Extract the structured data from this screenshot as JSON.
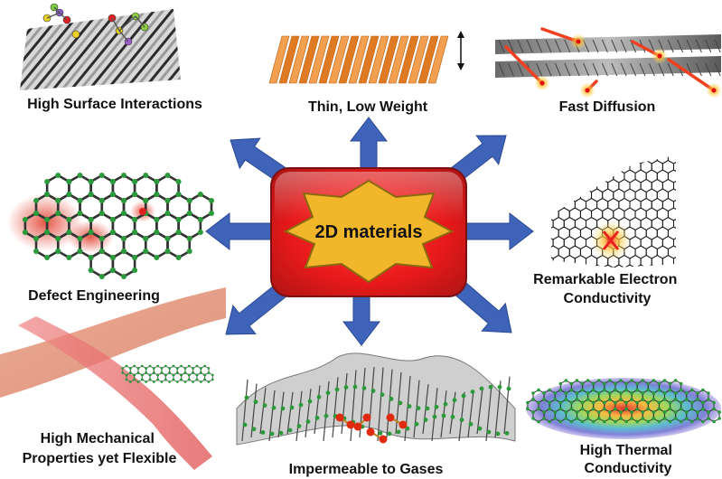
{
  "center": {
    "label": "2D materials"
  },
  "properties": [
    {
      "id": "surface",
      "lines": [
        "High Surface Interactions"
      ]
    },
    {
      "id": "thin",
      "lines": [
        "Thin, Low Weight"
      ]
    },
    {
      "id": "diffusion",
      "lines": [
        "Fast Diffusion"
      ]
    },
    {
      "id": "defect",
      "lines": [
        "Defect Engineering"
      ]
    },
    {
      "id": "electron",
      "lines": [
        "Remarkable Electron",
        "Conductivity"
      ]
    },
    {
      "id": "mechanical",
      "lines": [
        "High Mechanical",
        "Properties yet Flexible"
      ]
    },
    {
      "id": "gases",
      "lines": [
        "Impermeable to Gases"
      ]
    },
    {
      "id": "thermal",
      "lines": [
        "High Thermal",
        "Conductivity"
      ]
    }
  ],
  "colors": {
    "arrow": "#3f63b8",
    "arrow_edge": "#2b4a94",
    "box_center": "#e8191a",
    "box_edge": "#8a1a1a",
    "star_fill": "#f2b62a",
    "star_edge": "#9a7410",
    "atom": "#2a9a3a",
    "bond": "#333333",
    "orange_sheet": "#e8882c",
    "highlight_red": "#e23a2a"
  }
}
